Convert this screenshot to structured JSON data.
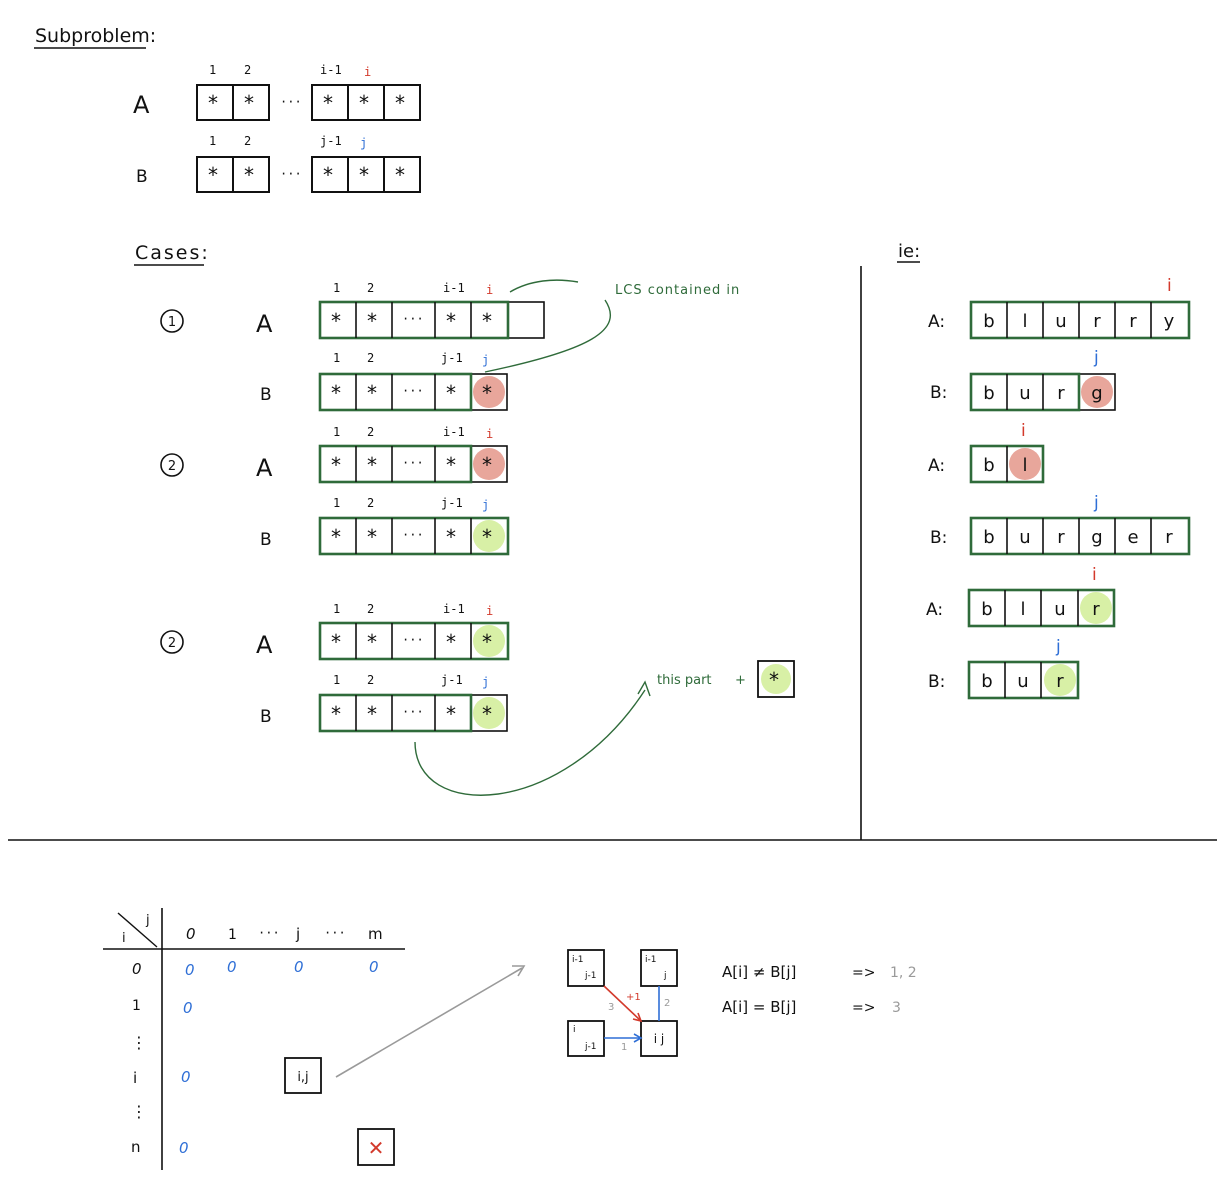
{
  "headings": {
    "subproblem": "Subproblem:",
    "cases": "Cases:",
    "ie": "ie:"
  },
  "subproblem": {
    "row_a": "A",
    "row_b": "B",
    "cols_a": [
      "1",
      "2",
      "i-1",
      "i"
    ],
    "cols_b": [
      "1",
      "2",
      "j-1",
      "j"
    ],
    "cell": "*",
    "ellipsis": "···"
  },
  "cases": {
    "numbers": [
      "1",
      "2",
      "2"
    ],
    "row_a": "A",
    "row_b": "B",
    "cols_a": [
      "1",
      "2",
      "i-1",
      "i"
    ],
    "cols_b": [
      "1",
      "2",
      "j-1",
      "j"
    ],
    "cell": "*",
    "ellipsis": "···",
    "annotation_lcs": "LCS contained in",
    "annotation_part": "this part",
    "plus": "+"
  },
  "examples": {
    "label_a": "A:",
    "label_b": "B:",
    "i": "i",
    "j": "j",
    "pairs": [
      {
        "a": [
          "b",
          "l",
          "u",
          "r",
          "r",
          "y"
        ],
        "b": [
          "b",
          "u",
          "r",
          "g"
        ]
      },
      {
        "a": [
          "b",
          "l"
        ],
        "b": [
          "b",
          "u",
          "r",
          "g",
          "e",
          "r"
        ]
      },
      {
        "a": [
          "b",
          "l",
          "u",
          "r"
        ],
        "b": [
          "b",
          "u",
          "r"
        ]
      }
    ]
  },
  "table": {
    "corner_i": "i",
    "corner_j": "j",
    "col_headers": [
      "0",
      "1",
      "···",
      "j",
      "···",
      "m"
    ],
    "row_headers": [
      "0",
      "1",
      "⋮",
      "i",
      "⋮",
      "n"
    ],
    "zero": "0",
    "cell_ij": "i,j",
    "x_mark": "✕"
  },
  "recurrence": {
    "tl_top": "i-1",
    "tl_bottom": "j-1",
    "tr_top": "i-1",
    "tr_bottom": "j",
    "bl_top": "i",
    "bl_bottom": "j-1",
    "target": "i j",
    "edge_1": "1",
    "edge_2": "2",
    "edge_3": "3",
    "edge_plus1": "+1",
    "rule_neq": "A[i] ≠ B[j]",
    "rule_eq": "A[i] = B[j]",
    "arrow": "=>",
    "result_neq": "1, 2",
    "result_eq": "3"
  },
  "colors": {
    "green_box": "#2f6b3a",
    "red_hl": "#e8a69b",
    "green_hl": "#d8f0a6",
    "red_text": "#d33a2c",
    "blue_text": "#2f6fd6",
    "grey_text": "#9a9a9a"
  }
}
